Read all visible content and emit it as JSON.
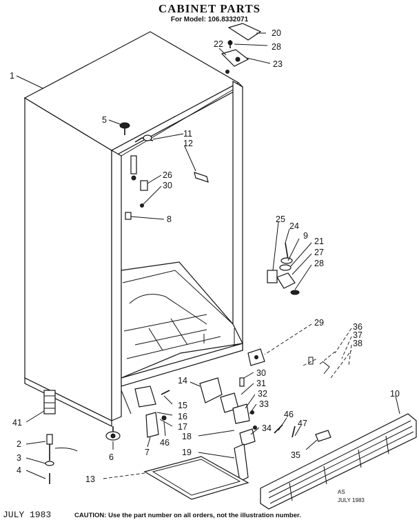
{
  "header": {
    "title": "CABINET PARTS",
    "model_line": "For Model: 106.8332071"
  },
  "part_numbers": {
    "p1": "1",
    "p2": "2",
    "p3": "3",
    "p4": "4",
    "p5": "5",
    "p6": "6",
    "p7": "7",
    "p8": "8",
    "p9": "9",
    "p10": "10",
    "p11": "11",
    "p12": "12",
    "p13": "13",
    "p14": "14",
    "p15": "15",
    "p16": "16",
    "p17": "17",
    "p18": "18",
    "p19": "19",
    "p20": "20",
    "p21": "21",
    "p22": "22",
    "p23": "23",
    "p24": "24",
    "p25": "25",
    "p26": "26",
    "p27": "27",
    "p28a": "28",
    "p28b": "28",
    "p29": "29",
    "p30a": "30",
    "p30b": "30",
    "p31": "31",
    "p32": "32",
    "p33": "33",
    "p34": "34",
    "p35": "35",
    "p36": "36",
    "p37": "37",
    "p38": "38",
    "p41": "41",
    "p46a": "46",
    "p46b": "46",
    "p47": "47"
  },
  "stamp": {
    "line1": "AS",
    "line2": "JULY 1983"
  },
  "footer": {
    "date": "JULY 1983",
    "caution": "CAUTION: Use the part number on all orders, not the illustration number."
  }
}
